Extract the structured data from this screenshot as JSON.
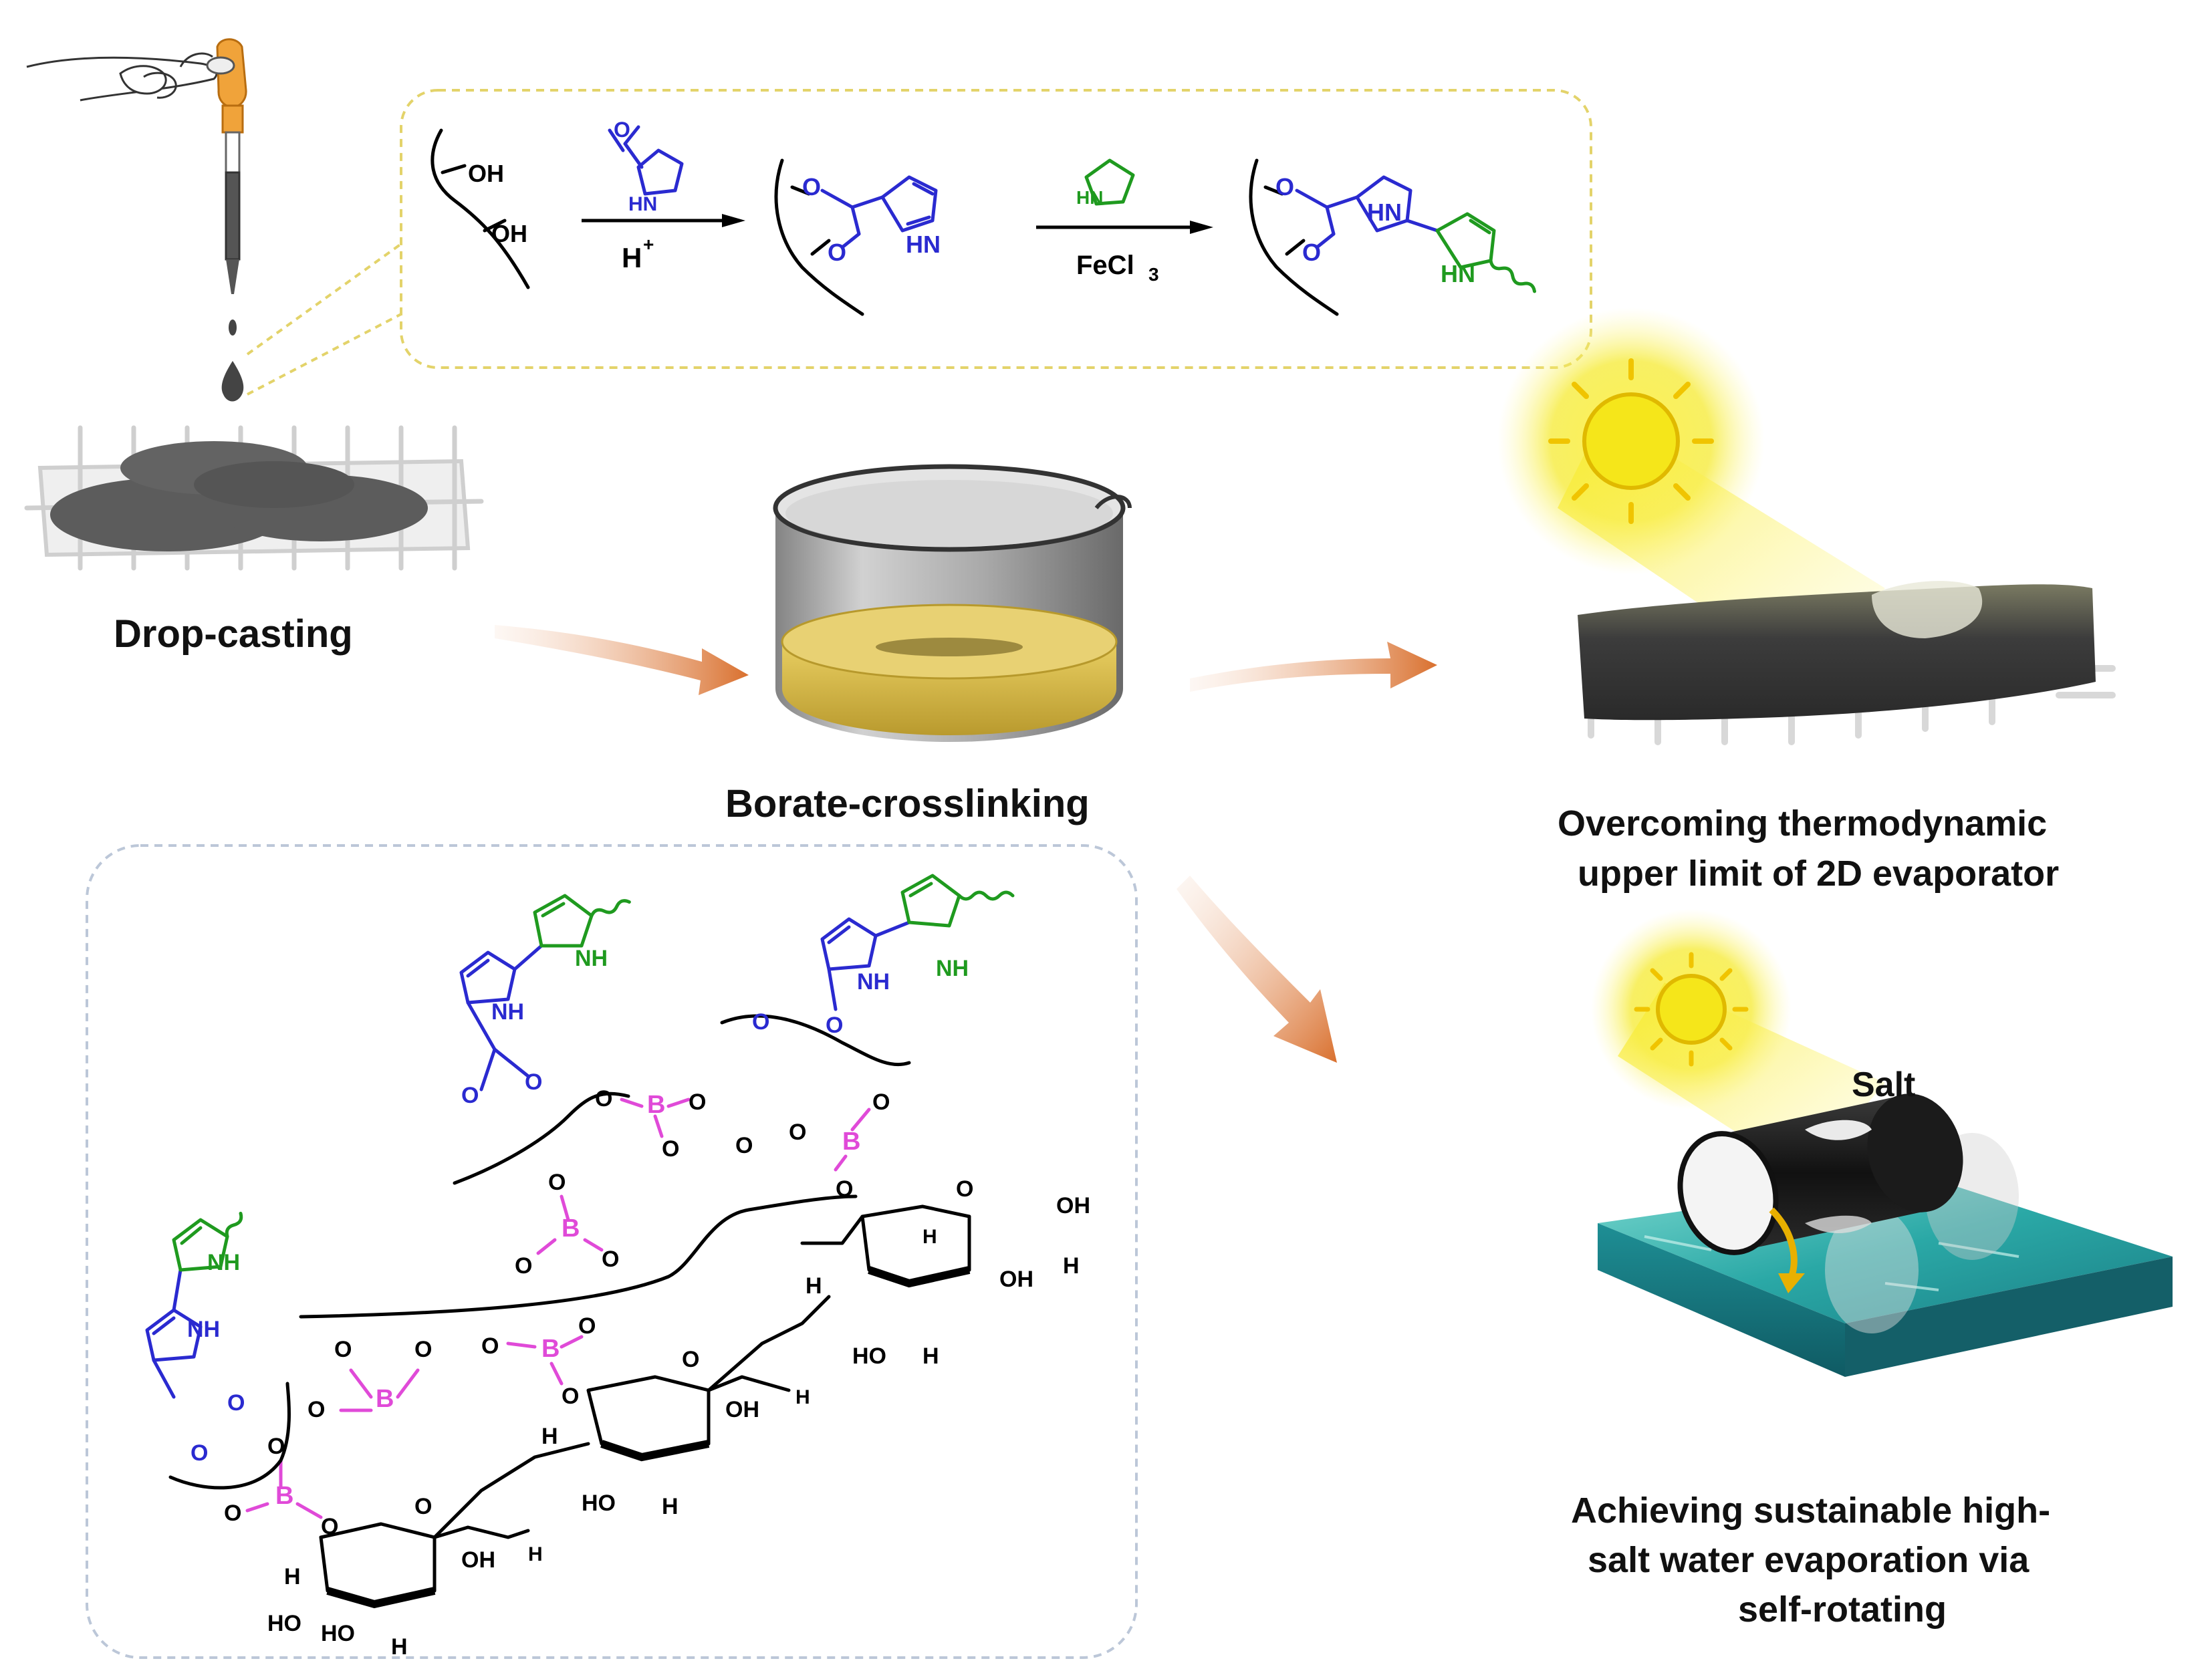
{
  "labels": {
    "drop_casting": "Drop-casting",
    "borate_crosslinking": "Borate-crosslinking",
    "overcoming_line1": "Overcoming thermodynamic",
    "overcoming_line2": "upper limit of 2D evaporator",
    "achieving_line1": "Achieving sustainable high-",
    "achieving_line2": "salt water evaporation via",
    "achieving_line3": "self-rotating",
    "salt": "Salt"
  },
  "reaction": {
    "oh": "OH",
    "hn": "HN",
    "h_plus": "H",
    "plus_sup": "+",
    "o": "O",
    "fecl3": "FeCl",
    "sub3": "3"
  },
  "network": {
    "nh": "NH",
    "b": "B",
    "o": "O",
    "h": "H",
    "oh": "OH",
    "ho": "HO"
  },
  "colors": {
    "polyvinyl": "#2a2ad0",
    "polypyrrole": "#1f9a1f",
    "borate": "#e04ad8",
    "arrow": "#e0834a",
    "sun": "#f7e600",
    "water": "#2bb3b0"
  }
}
